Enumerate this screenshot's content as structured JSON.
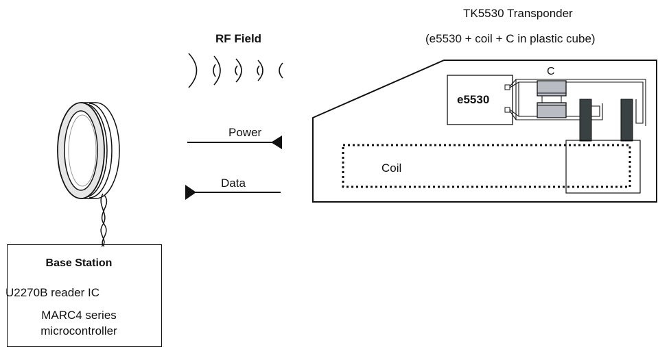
{
  "diagram": {
    "transponder_title": "TK5530 Transponder",
    "transponder_subtitle": "(e5530 + coil + C in plastic cube)",
    "rf_field_label": "RF Field",
    "power_label": "Power",
    "data_label": "Data",
    "capacitor_label": "C",
    "chip_label": "e5530",
    "coil_label": "Coil",
    "base_station": {
      "title": "Base Station",
      "line1": "U2270B reader IC",
      "line2": "MARC4 series",
      "line3": "microcontroller"
    }
  },
  "colors": {
    "stroke": "#111111",
    "capacitor_fill": "#b9bcc2",
    "ferrite_fill": "#3a4142",
    "coil_ring_fill": "#dcdcdc"
  }
}
